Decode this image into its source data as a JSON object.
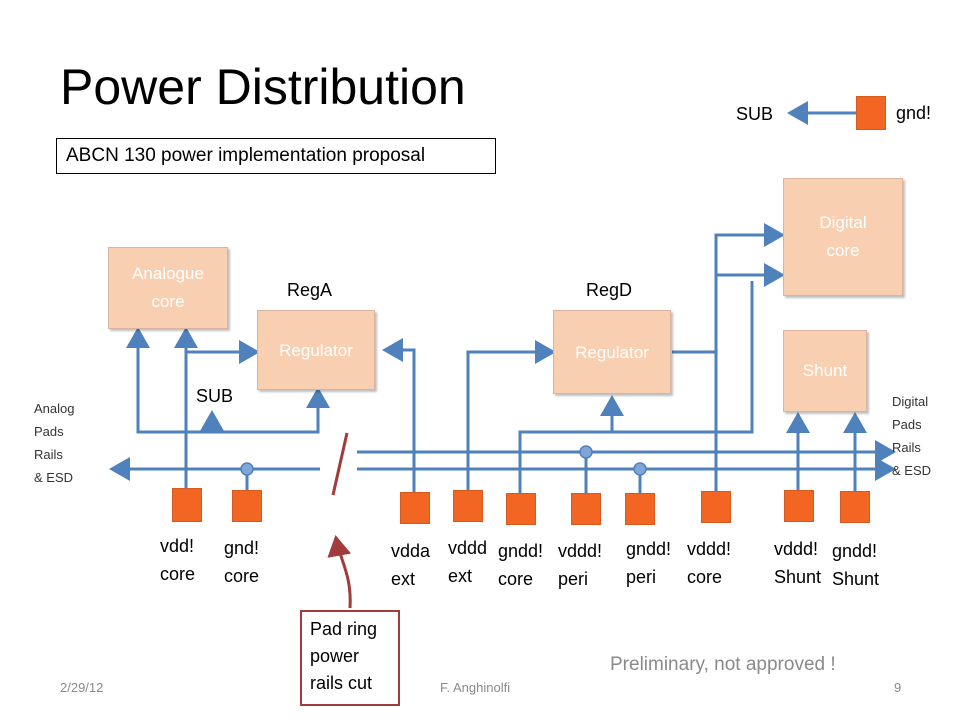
{
  "title": "Power Distribution",
  "subtitle": "ABCN 130 power implementation proposal",
  "legend": {
    "from": "gnd!",
    "to": "SUB"
  },
  "blocks": {
    "analogue_core": "Analogue\ncore",
    "digital_core": "Digital\ncore",
    "regulator_a": "Regulator",
    "regulator_d": "Regulator",
    "shunt": "Shunt"
  },
  "labels": {
    "reg_a": "RegA",
    "reg_d": "RegD",
    "sub": "SUB",
    "analog_rails": "Analog\nPads\nRails\n& ESD",
    "digital_rails": "Digital\nPads\nRails\n& ESD"
  },
  "pads": [
    {
      "label": "vdd!\ncore"
    },
    {
      "label": "gnd!\ncore"
    },
    {
      "label": "vdda\next"
    },
    {
      "label": "vddd\next"
    },
    {
      "label": "gndd!\ncore"
    },
    {
      "label": "vddd!\nperi"
    },
    {
      "label": "gndd!\nperi"
    },
    {
      "label": "vddd!\ncore"
    },
    {
      "label": "vddd!\nShunt"
    },
    {
      "label": "gndd!\nShunt"
    }
  ],
  "note": "Pad ring\npower\nrails cut",
  "status": "Preliminary, not approved !",
  "footer": {
    "date": "2/29/12",
    "author": "F. Anghinolfi",
    "page": "9"
  },
  "colors": {
    "wire": "#4f81bd",
    "pad": "#f26522",
    "block": "#f9cfb1",
    "cut": "#a23b3b"
  }
}
